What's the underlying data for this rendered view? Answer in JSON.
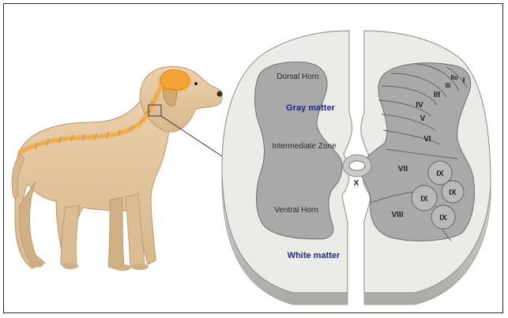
{
  "labels": {
    "dorsal_horn": "Dorsal Horn",
    "gray_matter": "Gray matter",
    "intermediate_zone": "Intermediate Zone",
    "ventral_horn": "Ventral Horn",
    "white_matter": "White matter"
  },
  "laminae": {
    "I": "I",
    "IIo": "IIo",
    "IIi": "IIi",
    "III": "III",
    "IV": "IV",
    "V": "V",
    "VI": "VI",
    "VII": "VII",
    "VIII": "VIII",
    "IX_a": "IX",
    "IX_b": "IX",
    "IX_c": "IX",
    "IX_d": "IX",
    "X": "X"
  },
  "colors": {
    "white_matter": "#ebebe8",
    "gray_matter": "#a9a9a9",
    "label_blue": "#1d2a8c",
    "nerve_glow": "#f39a1e",
    "dog_coat": "#e5c79f"
  }
}
